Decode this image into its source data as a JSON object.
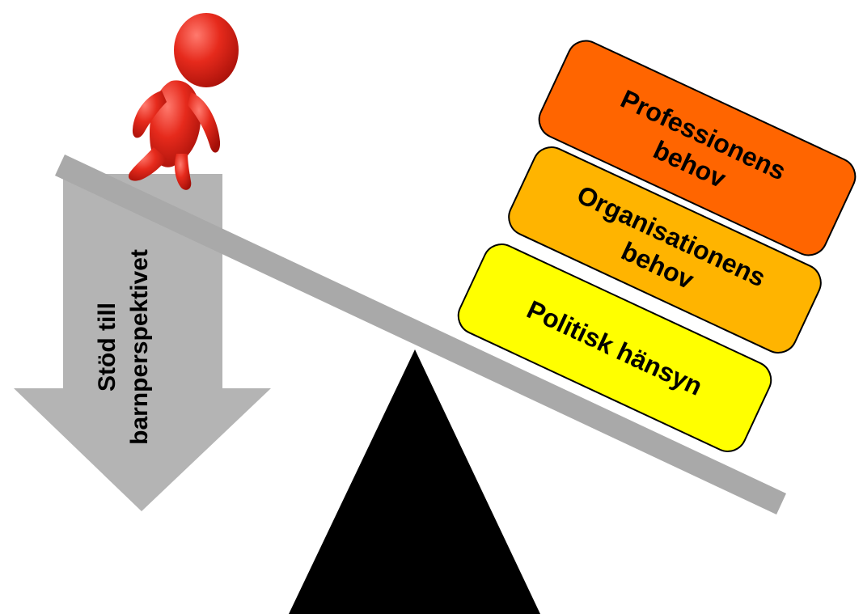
{
  "arrow": {
    "line1": "Stöd till",
    "line2": "barnperspektivet"
  },
  "blocks": {
    "top": {
      "line1": "Professionens",
      "line2": "behov"
    },
    "middle": {
      "line1": "Organisationens",
      "line2": "behov"
    },
    "bottom": {
      "label": "Politisk hänsyn"
    }
  },
  "colors": {
    "arrow": "#b4b4b4",
    "beam": "#a9a9a9",
    "fulcrum": "#000000",
    "figure": "#e0271b",
    "block_top": "#ff6500",
    "block_middle": "#ffb400",
    "block_bottom": "#ffff00"
  },
  "icons": {
    "figure": "red-person-figure-icon"
  }
}
